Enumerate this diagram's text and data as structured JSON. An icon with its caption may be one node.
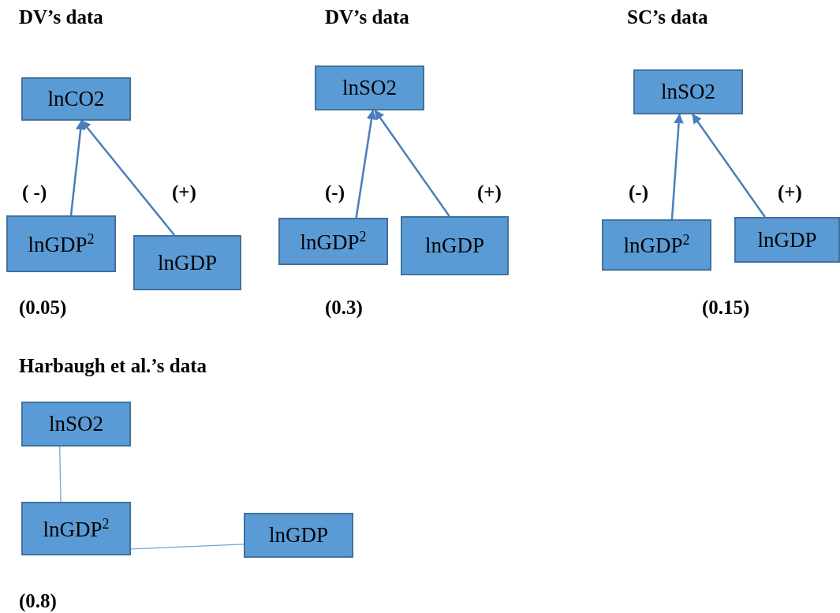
{
  "diagram": {
    "nodes": [
      {
        "text": [
          "lnCO2"
        ]
      },
      {
        "text": [
          "lnGDP$^{2}$"
        ]
      },
      {
        "text": [
          "lnGDP"
        ]
      },
      {
        "text": [
          "lnSO2"
        ]
      },
      {
        "text": [
          "lnGDP$^{2}$"
        ]
      },
      {
        "text": [
          "lnGDP"
        ]
      },
      {
        "text": [
          "lnSO2"
        ]
      },
      {
        "text": [
          "lnGDP$^{2}$"
        ]
      },
      {
        "text": [
          "lnGDP"
        ]
      },
      {
        "text": [
          "lnSO2"
        ]
      },
      {
        "text": [
          "lnGDP$^{2}$"
        ]
      },
      {
        "text": [
          "lnGDP"
        ]
      }
    ],
    "edges": [
      {
        "from": 1,
        "to": 0,
        "arrow": "to",
        "label": "( -)"
      },
      {
        "from": 2,
        "to": 0,
        "arrow": "to",
        "label": "(+)"
      },
      {
        "from": 4,
        "to": 3,
        "arrow": "to",
        "label": "(-)"
      },
      {
        "from": 5,
        "to": 3,
        "arrow": "to",
        "label": "(+)"
      },
      {
        "from": 7,
        "to": 6,
        "arrow": "to",
        "label": "(-)"
      },
      {
        "from": 8,
        "to": 6,
        "arrow": "to",
        "label": "(+)"
      },
      {
        "from": 9,
        "to": 10,
        "arrow": "none",
        "color": "#6fa8dc"
      },
      {
        "from": 10,
        "to": 11,
        "arrow": "none",
        "color": "#6fa8dc"
      }
    ],
    "labels": [
      "DV’s data",
      "DV’s data",
      "SC’s data",
      "(0.05)",
      "(0.3)",
      "(0.15)",
      "Harbaugh et al.’s data",
      "(0.8)"
    ]
  }
}
